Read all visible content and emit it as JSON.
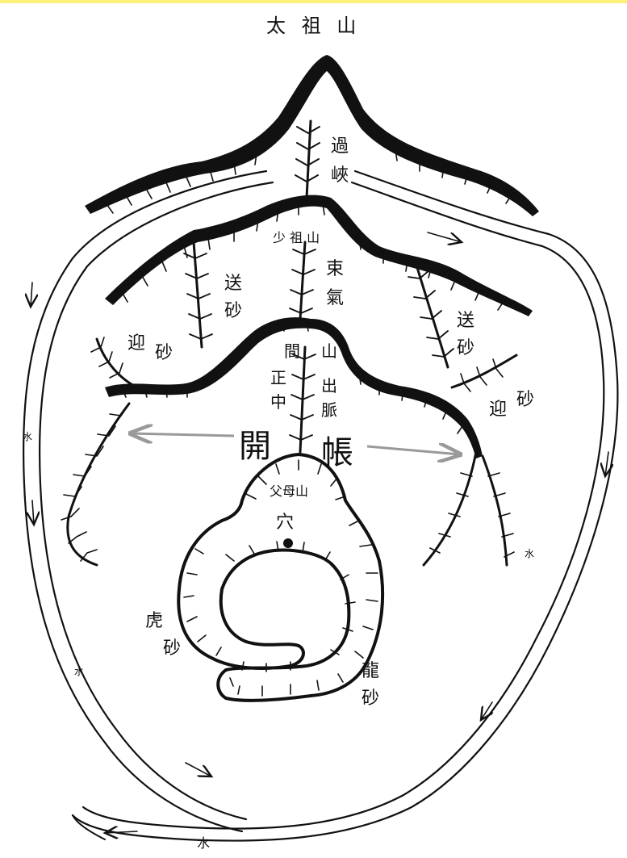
{
  "colors": {
    "top_border": "#fff27a",
    "ink": "#111111",
    "arrow": "#999999",
    "paper": "#ffffff"
  },
  "labels": {
    "tai_zu_shan": "太 祖 山",
    "guo": "過",
    "xia": "峽",
    "shao_zu_shan": "少 祖 山",
    "shu": "束",
    "qi": "氣",
    "song_left_1": "送",
    "song_left_2": "砂",
    "song_right_1": "送",
    "song_right_2": "砂",
    "ying_left_1": "迎",
    "ying_left_2": "砂",
    "ying_right_1": "迎",
    "ying_right_2": "砂",
    "jian": "間",
    "shan_small": "山",
    "zheng": "正",
    "zhong": "中",
    "chu": "出",
    "mai": "脈",
    "kai": "開",
    "zhang": "帳",
    "fu_mu_shan": "父母山",
    "xue": "穴",
    "hu_1": "虎",
    "hu_2": "砂",
    "long_1": "龍",
    "long_2": "砂",
    "shui_left": "水",
    "shui_right": "水",
    "shui_bottom_left": "水",
    "shui_bottom": "水"
  }
}
